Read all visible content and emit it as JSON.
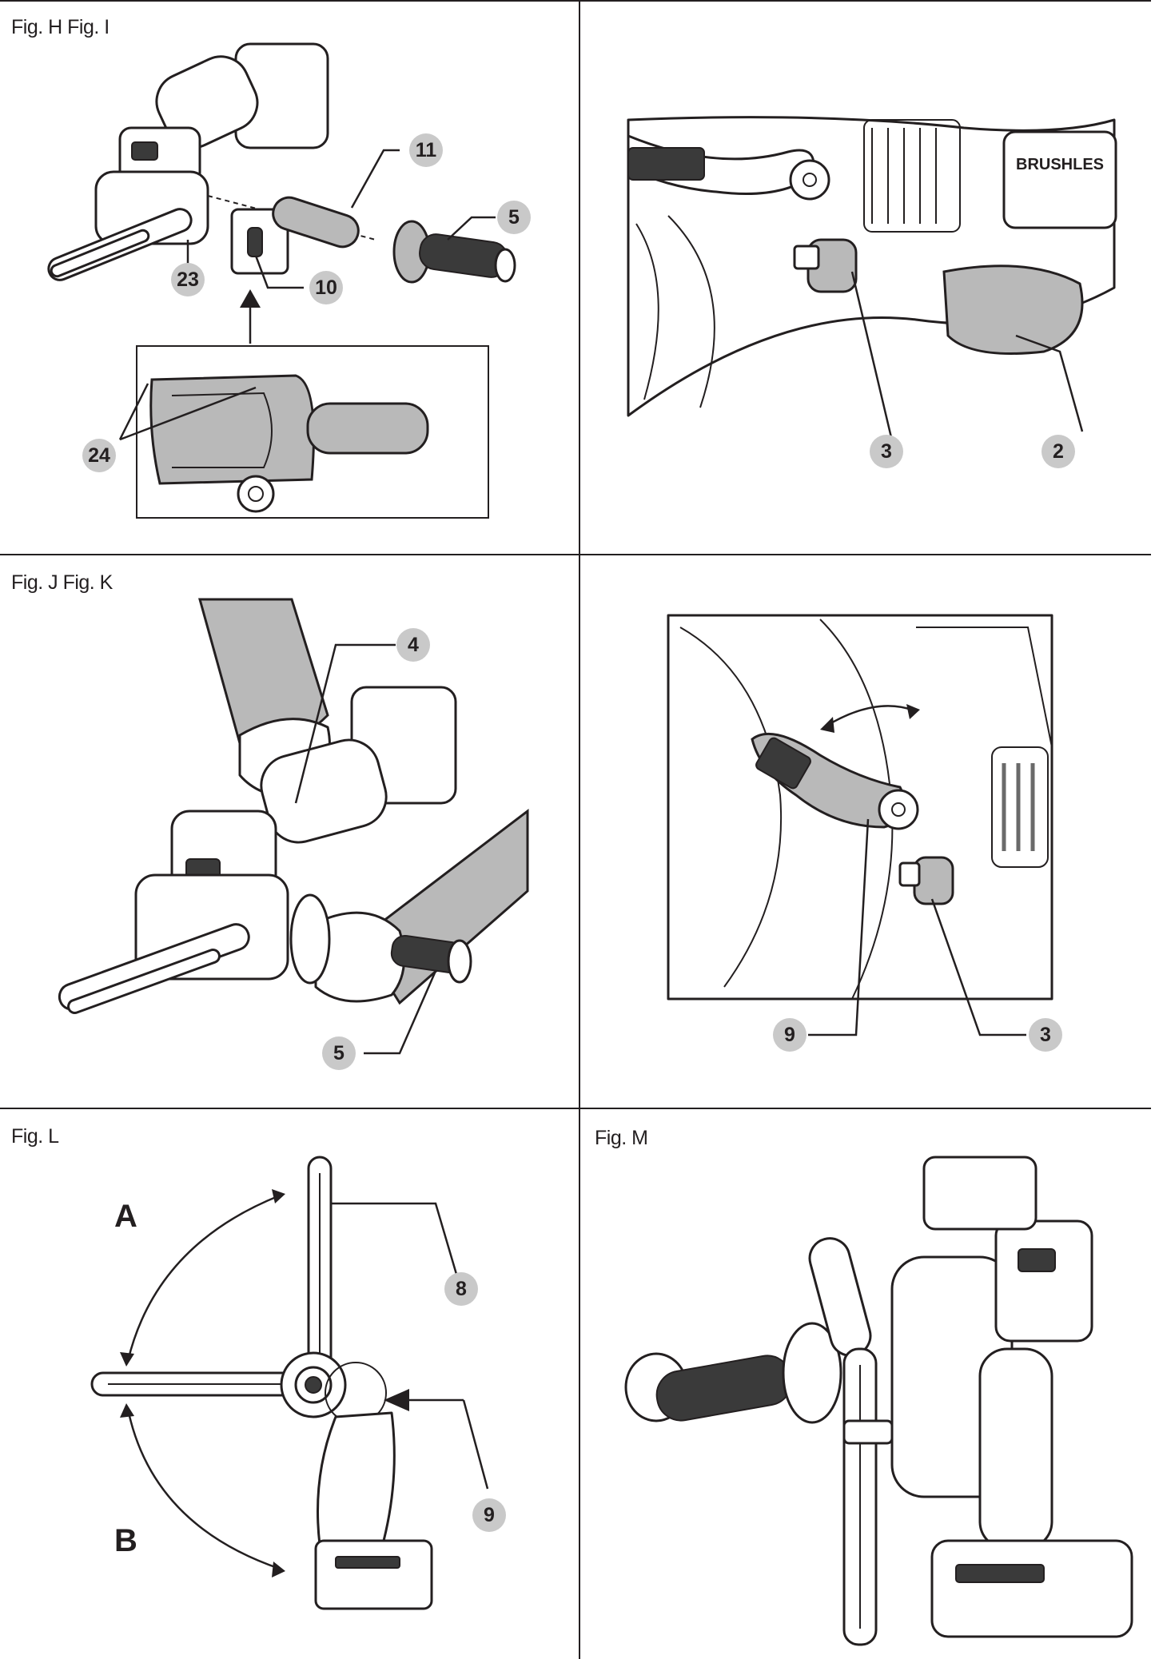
{
  "panels": {
    "h_i": {
      "label": "Fig. H Fig. I",
      "callouts": [
        "11",
        "5",
        "23",
        "10",
        "24"
      ]
    },
    "i_detail": {
      "label": "",
      "callouts": [
        "3",
        "2"
      ],
      "brand_text": "BRUSHLES"
    },
    "j_k": {
      "label": "Fig. J Fig. K",
      "callouts": [
        "4",
        "5"
      ]
    },
    "k_detail": {
      "label": "",
      "callouts": [
        "9",
        "3"
      ]
    },
    "l": {
      "label": "Fig. L",
      "callouts": [
        "8",
        "9"
      ],
      "positions": [
        "A",
        "B"
      ]
    },
    "m": {
      "label": "Fig. M"
    }
  }
}
